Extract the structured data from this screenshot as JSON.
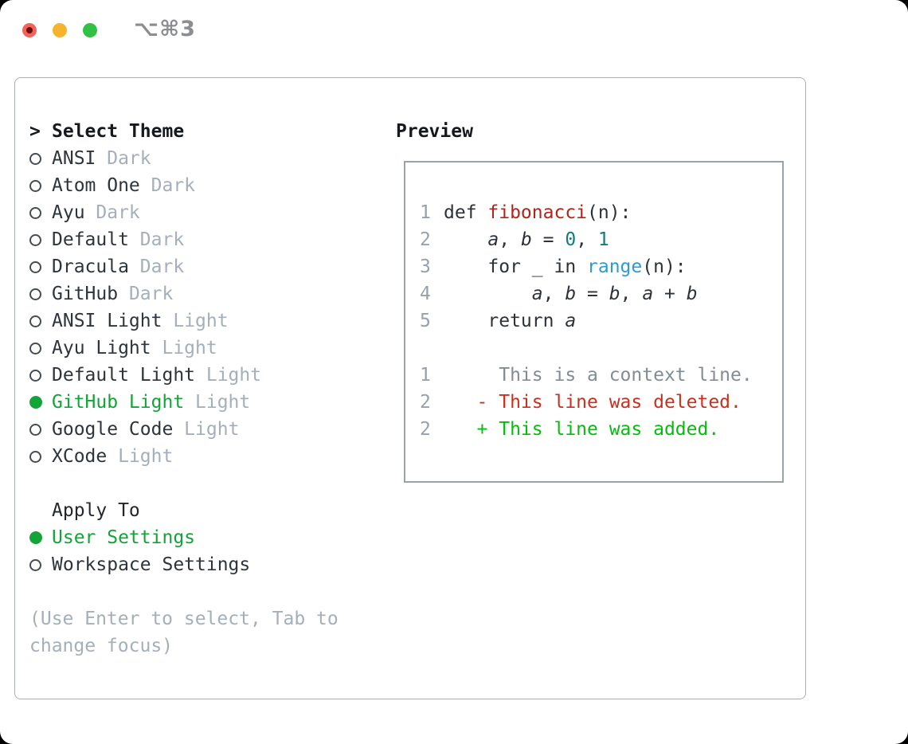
{
  "window": {
    "hotkey_title": "⌥⌘3"
  },
  "colors": {
    "accent_green": "#12a437",
    "added_green": "#04bd0c",
    "deleted_red": "#c9301d",
    "function_red": "#b0251b",
    "number_teal": "#0d7d7f",
    "builtin_blue": "#2d9ad4",
    "muted_gray": "#a5afba",
    "panel_border": "#a9aeb5",
    "preview_border": "#9aa2ac",
    "traffic_red": "#f3625b",
    "traffic_yellow": "#f6b42d",
    "traffic_green": "#32c144"
  },
  "theme_panel": {
    "prompt": ">",
    "title": "Select Theme",
    "themes": [
      {
        "name": "ANSI",
        "tag": "Dark",
        "selected": false
      },
      {
        "name": "Atom One",
        "tag": "Dark",
        "selected": false
      },
      {
        "name": "Ayu",
        "tag": "Dark",
        "selected": false
      },
      {
        "name": "Default",
        "tag": "Dark",
        "selected": false
      },
      {
        "name": "Dracula",
        "tag": "Dark",
        "selected": false
      },
      {
        "name": "GitHub",
        "tag": "Dark",
        "selected": false
      },
      {
        "name": "ANSI Light",
        "tag": "Light",
        "selected": false
      },
      {
        "name": "Ayu Light",
        "tag": "Light",
        "selected": false
      },
      {
        "name": "Default Light",
        "tag": "Light",
        "selected": false
      },
      {
        "name": "GitHub Light",
        "tag": "Light",
        "selected": true
      },
      {
        "name": "Google Code",
        "tag": "Light",
        "selected": false
      },
      {
        "name": "XCode",
        "tag": "Light",
        "selected": false
      }
    ],
    "apply_to": {
      "title": "Apply To",
      "options": [
        {
          "name": "User Settings",
          "selected": true
        },
        {
          "name": "Workspace Settings",
          "selected": false
        }
      ]
    },
    "hint": [
      "(Use Enter to select, Tab to",
      "change focus)"
    ]
  },
  "preview": {
    "title": "Preview",
    "lines": [
      {
        "n": "1",
        "t": [
          [
            "p",
            "def "
          ],
          [
            "fn",
            "fibonacci"
          ],
          [
            "p",
            "(n):"
          ]
        ]
      },
      {
        "n": "2",
        "t": [
          [
            "p",
            "    "
          ],
          [
            "v",
            "a"
          ],
          [
            "p",
            ", "
          ],
          [
            "v",
            "b"
          ],
          [
            "p",
            " = "
          ],
          [
            "num",
            "0"
          ],
          [
            "p",
            ", "
          ],
          [
            "num",
            "1"
          ]
        ]
      },
      {
        "n": "3",
        "t": [
          [
            "p",
            "    for _ in "
          ],
          [
            "call",
            "range"
          ],
          [
            "p",
            "(n):"
          ]
        ]
      },
      {
        "n": "4",
        "t": [
          [
            "p",
            "        "
          ],
          [
            "v",
            "a"
          ],
          [
            "p",
            ", "
          ],
          [
            "v",
            "b"
          ],
          [
            "p",
            " = "
          ],
          [
            "v",
            "b"
          ],
          [
            "p",
            ", "
          ],
          [
            "v",
            "a"
          ],
          [
            "p",
            " + "
          ],
          [
            "v",
            "b"
          ]
        ]
      },
      {
        "n": "5",
        "t": [
          [
            "p",
            "    return "
          ],
          [
            "v",
            "a"
          ]
        ]
      },
      {
        "n": "",
        "t": []
      },
      {
        "n": "1",
        "t": [
          [
            "ctx",
            "     This is a context line."
          ]
        ]
      },
      {
        "n": "2",
        "t": [
          [
            "del",
            "   - This line was deleted."
          ]
        ]
      },
      {
        "n": "2",
        "t": [
          [
            "add",
            "   + This line was added."
          ]
        ]
      }
    ]
  }
}
